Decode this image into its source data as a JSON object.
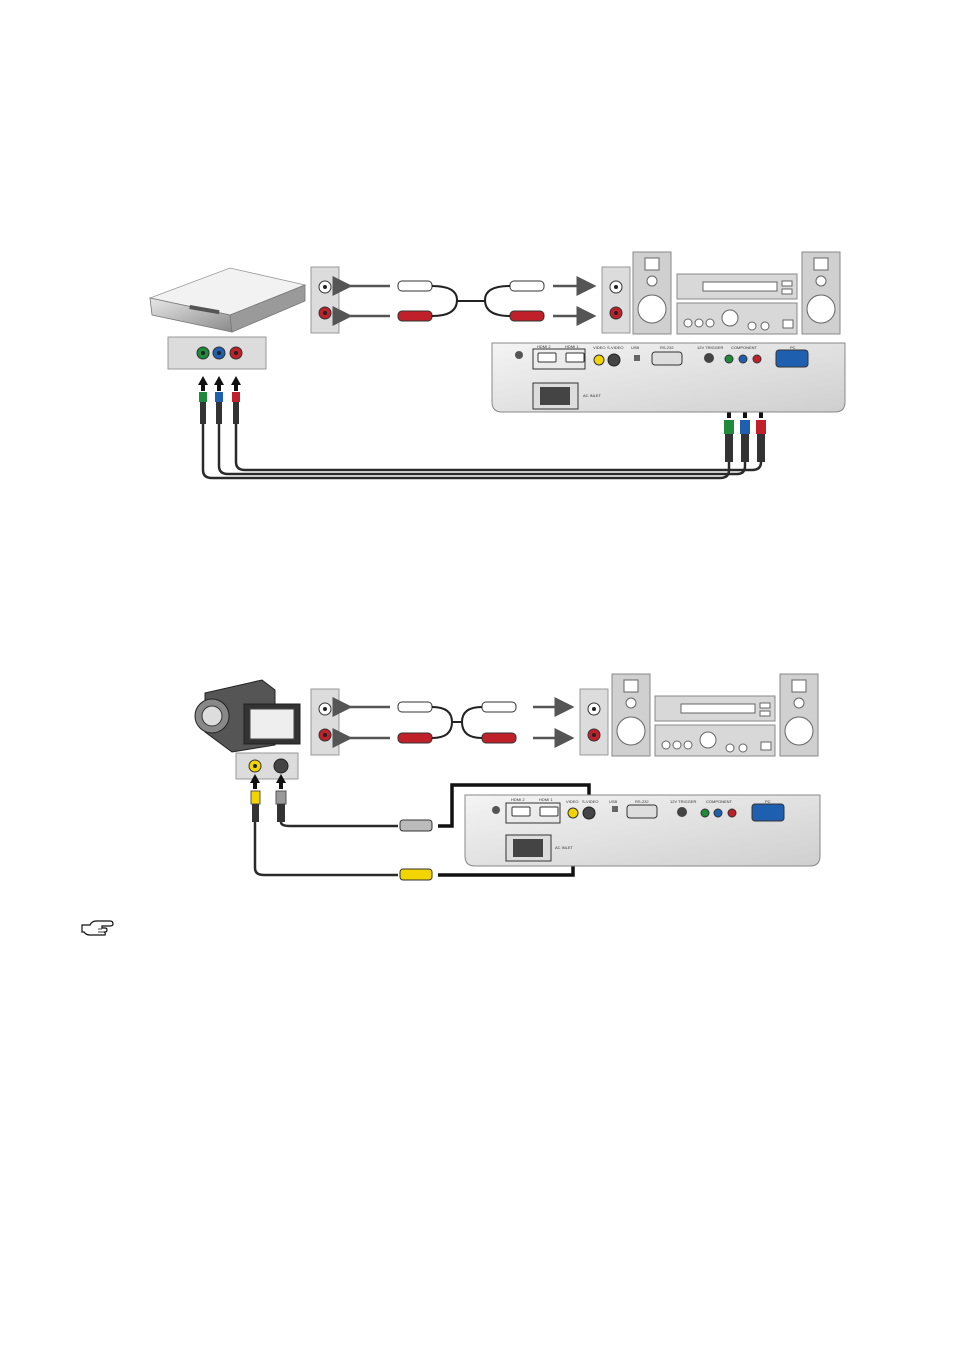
{
  "colors": {
    "green": "#1f8a3a",
    "blue": "#1f5fb0",
    "red": "#c0202a",
    "yellow": "#f2d400",
    "panel": "#dcdcdc",
    "cable": "#2a2a2a",
    "arrow": "#555555"
  },
  "projector_labels": {
    "hdmi2": "HDMI 2",
    "hdmi1": "HDMI 1",
    "video": "VIDEO",
    "svideo": "S-VIDEO",
    "usb": "USB",
    "rs232": "RS-232",
    "trigger": "12V TRIGGER",
    "component": "COMPONENT",
    "pc": "PC",
    "ac": "AC INLET"
  },
  "icons": {
    "note": "pointing-hand-icon"
  }
}
